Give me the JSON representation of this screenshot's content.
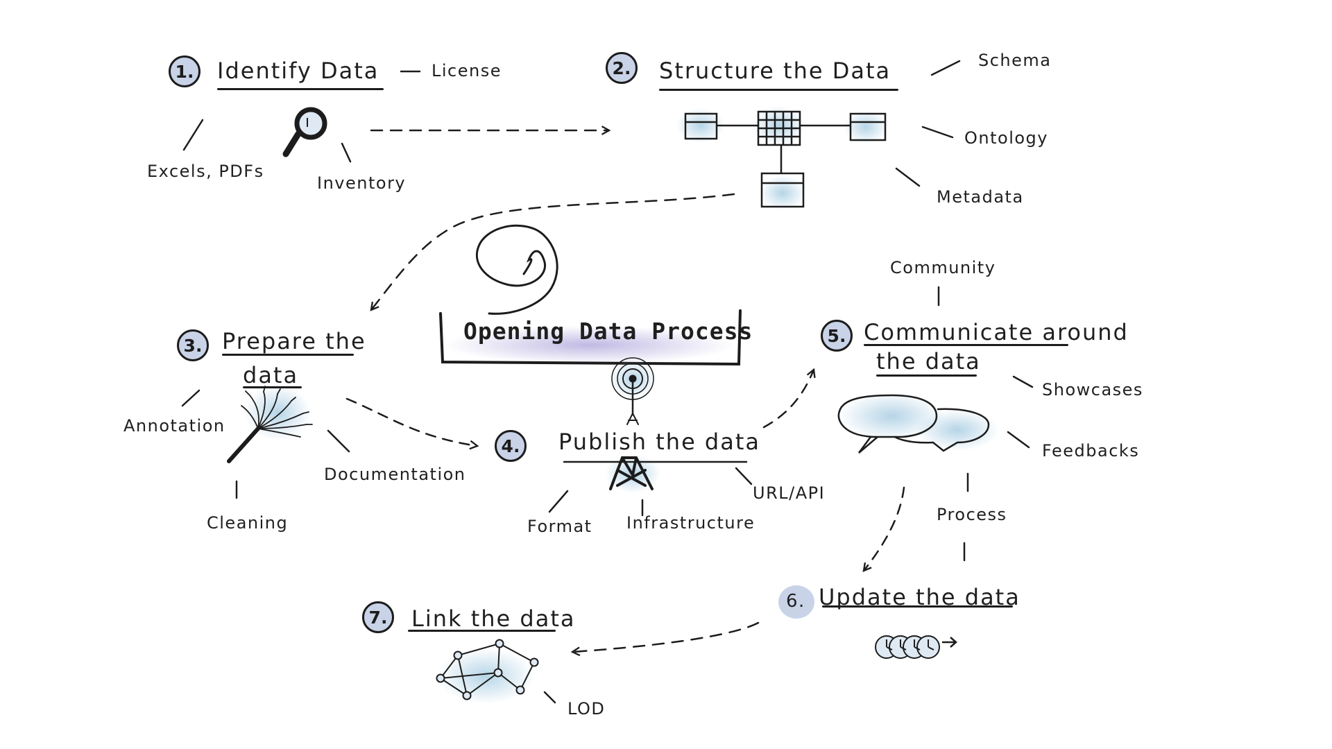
{
  "title": "Opening Data Process",
  "steps": [
    {
      "number": "1.",
      "label": "Identify Data"
    },
    {
      "number": "2.",
      "label": "Structure the Data"
    },
    {
      "number": "3.",
      "label_line1": "Prepare the",
      "label_line2": "data"
    },
    {
      "number": "4.",
      "label": "Publish the data"
    },
    {
      "number": "5.",
      "label_line1": "Communicate around",
      "label_line2": "the data"
    },
    {
      "number": "6.",
      "label": "Update the data"
    },
    {
      "number": "7.",
      "label": "Link the data"
    }
  ],
  "annotations": {
    "license": "License",
    "excels_pdfs": "Excels, PDFs",
    "inventory": "Inventory",
    "schema": "Schema",
    "ontology": "Ontology",
    "metadata": "Metadata",
    "annotation": "Annotation",
    "documentation": "Documentation",
    "cleaning": "Cleaning",
    "format": "Format",
    "infrastructure": "Infrastructure",
    "url_api": "URL/API",
    "community": "Community",
    "showcases": "Showcases",
    "feedbacks": "Feedbacks",
    "process": "Process",
    "lod": "LOD"
  },
  "colors": {
    "ink": "#1c1c1c",
    "wash_blue": "#a9cde3",
    "wash_lavender": "#b9b2e0",
    "number_wash": "#c9d3e8"
  }
}
